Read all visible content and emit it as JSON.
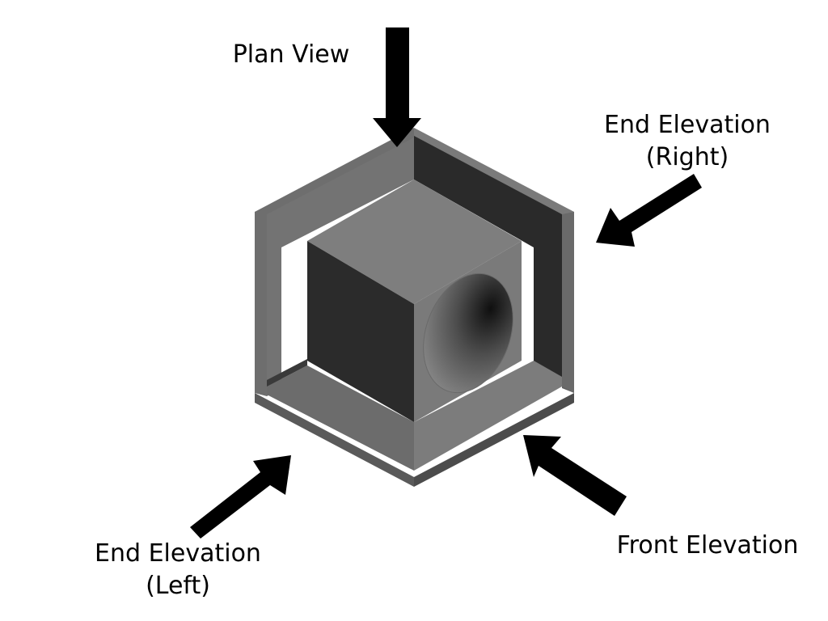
{
  "labels": {
    "plan_view": "Plan View",
    "end_elevation_right": {
      "line1": "End Elevation",
      "line2": "(Right)"
    },
    "end_elevation_left": {
      "line1": "End Elevation",
      "line2": "(Left)"
    },
    "front_elevation": "Front Elevation"
  },
  "colors": {
    "background": "#ffffff",
    "arrow": "#000000",
    "light_face": "#7f7f7f",
    "mid_face": "#6b6b6b",
    "dark_face": "#2b2b2b",
    "edge": "#5a5a5a"
  },
  "icons": {
    "arrows": [
      "down-arrow",
      "left-down-arrow",
      "right-up-arrow",
      "left-up-arrow"
    ]
  }
}
